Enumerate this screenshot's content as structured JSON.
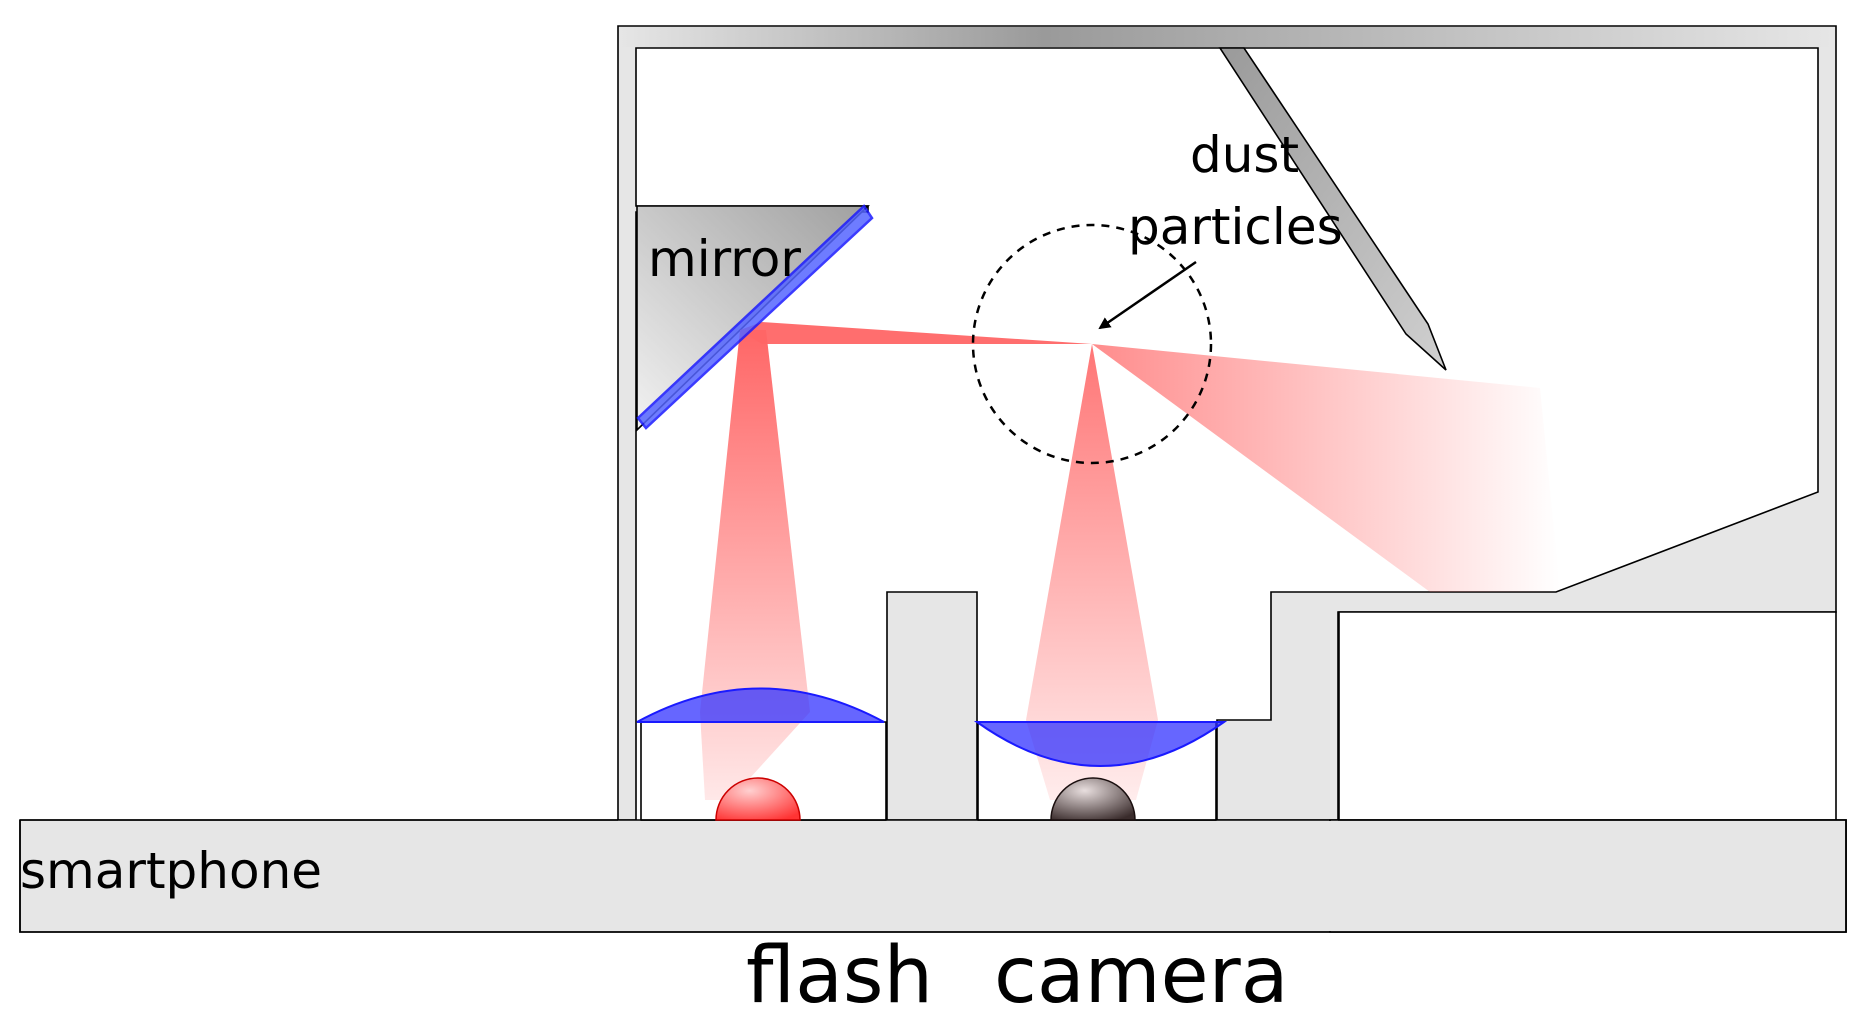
{
  "labels": {
    "mirror": "mirror",
    "dust_line1": "dust",
    "dust_line2": "particles",
    "smartphone": "smartphone",
    "flash": "flash",
    "camera": "camera"
  },
  "colors": {
    "housing_fill": "#e6e6e6",
    "housing_shade": "#9a9a9a",
    "outline": "#000000",
    "optic_blue": "#3333ff",
    "beam_red": "#ff6666",
    "led_red": "#ff4d4d",
    "sensor_gray": "#5a4a4a"
  },
  "icons": {
    "mirror": "tilted-mirror-plate",
    "flash_led": "led-dome",
    "camera_sensor": "sensor-dome",
    "flash_lens": "convex-lens",
    "camera_lens": "concave-lens",
    "baffle": "light-baffle",
    "scatter_region": "dashed-circle",
    "pointer": "arrow"
  }
}
